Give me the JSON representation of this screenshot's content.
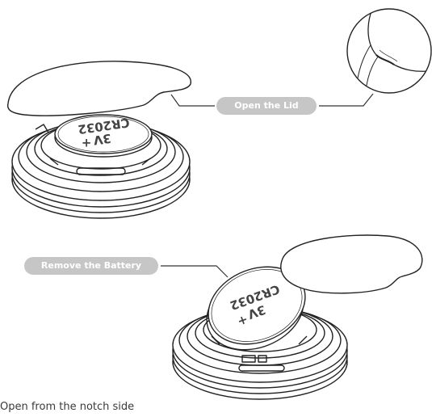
{
  "labels": {
    "open_lid": "Open the Lid",
    "remove_battery": "Remove the Battery"
  },
  "battery": {
    "model": "CR2032",
    "voltage": "3V",
    "polarity": "+"
  },
  "footer_note": "Open from the notch side",
  "colors": {
    "pill": "#c6c6c6",
    "pill_text": "#ffffff",
    "line": "#222222",
    "fill": "#ffffff"
  }
}
